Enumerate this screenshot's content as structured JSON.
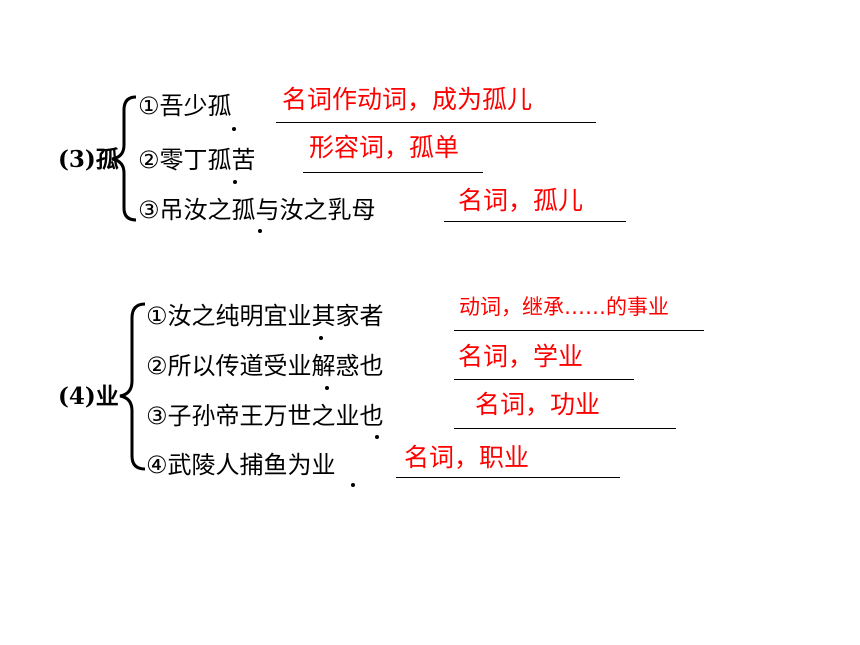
{
  "group3": {
    "label": "(3)孤",
    "items": [
      {
        "text": "①吾少孤",
        "answer": "名词作动词，成为孤儿"
      },
      {
        "text": "②零丁孤苦",
        "answer": "形容词，孤单"
      },
      {
        "text": "③吊汝之孤与汝之乳母",
        "answer": "名词，孤儿"
      }
    ]
  },
  "group4": {
    "label": "(4)业",
    "items": [
      {
        "text": "①汝之纯明宜业其家者",
        "answer": "动词，继承……的事业"
      },
      {
        "text": "②所以传道受业解惑也",
        "answer": "名词，学业"
      },
      {
        "text": "③子孙帝王万世之业也",
        "answer": "名词，功业"
      },
      {
        "text": "④武陵人捕鱼为业",
        "answer": "名词，职业"
      }
    ]
  },
  "colors": {
    "answer": "#ff0000",
    "text": "#000000"
  }
}
